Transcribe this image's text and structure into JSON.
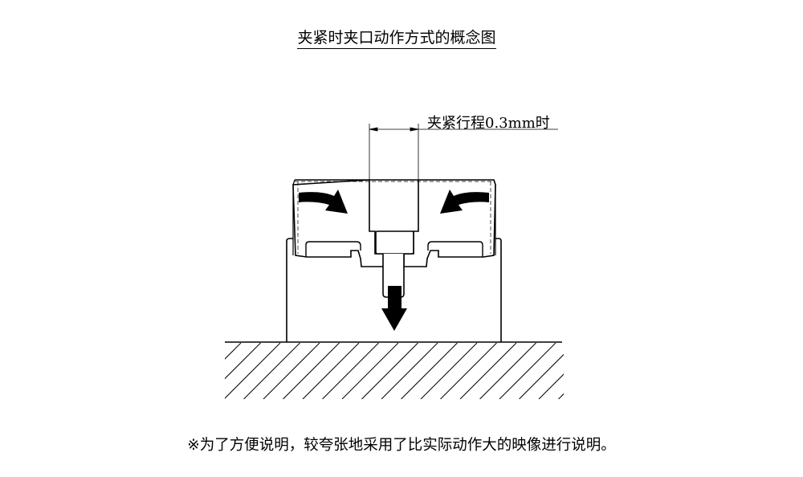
{
  "title": "夹紧时夹口动作方式的概念图",
  "dimension_label": "夹紧行程0.3mm时",
  "note": "※为了方便说明，较夸张地采用了比实际动作大的映像进行说明。"
}
